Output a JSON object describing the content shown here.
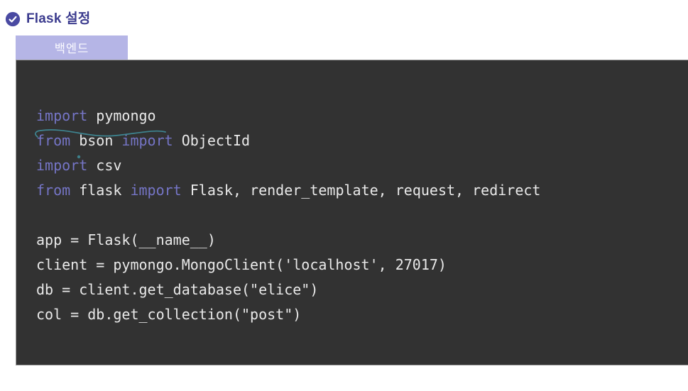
{
  "colors": {
    "title": "#3b3b8e",
    "icon_bg": "#4a4aa2",
    "icon_check": "#ffffff",
    "tab_bg": "#b5b5e6",
    "tab_text": "#fbfbff",
    "panel_bg": "#323232",
    "panel_border": "#9c9c9c",
    "code_text": "#e9e9e9",
    "code_keyword": "#7575c6",
    "annotation": "#3f8e9b"
  },
  "header": {
    "title": "Flask 설정",
    "icon": "check-circle"
  },
  "tab": {
    "label": "백엔드"
  },
  "code": {
    "language": "python",
    "lines": [
      {
        "segments": [
          {
            "type": "keyword",
            "text": "import"
          },
          {
            "type": "plain",
            "text": " pymongo"
          }
        ]
      },
      {
        "segments": [
          {
            "type": "keyword",
            "text": "from"
          },
          {
            "type": "plain",
            "text": " bson "
          },
          {
            "type": "keyword",
            "text": "import"
          },
          {
            "type": "plain",
            "text": " ObjectId"
          }
        ]
      },
      {
        "segments": [
          {
            "type": "keyword",
            "text": "import"
          },
          {
            "type": "plain",
            "text": " csv"
          }
        ]
      },
      {
        "segments": [
          {
            "type": "keyword",
            "text": "from"
          },
          {
            "type": "plain",
            "text": " flask "
          },
          {
            "type": "keyword",
            "text": "import"
          },
          {
            "type": "plain",
            "text": " Flask, render_template, request, redirect"
          }
        ]
      },
      {
        "segments": []
      },
      {
        "segments": [
          {
            "type": "plain",
            "text": "app = Flask(__name__)"
          }
        ]
      },
      {
        "segments": [
          {
            "type": "plain",
            "text": "client = pymongo.MongoClient('localhost', 27017)"
          }
        ]
      },
      {
        "segments": [
          {
            "type": "plain",
            "text": "db = client.get_database(\"elice\")"
          }
        ]
      },
      {
        "segments": [
          {
            "type": "plain",
            "text": "col = db.get_collection(\"post\")"
          }
        ]
      }
    ]
  },
  "annotations": {
    "underline": "hand-drawn teal line over 'from bson import'",
    "dot": "teal dot above 'import csv'"
  }
}
